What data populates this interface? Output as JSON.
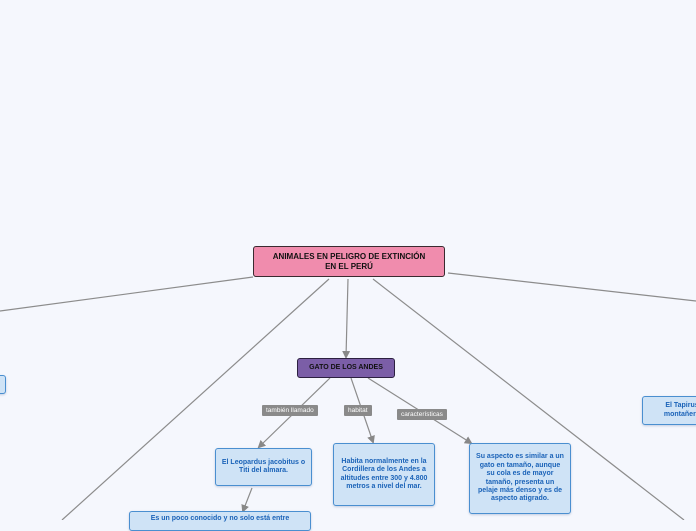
{
  "root": {
    "title": "ANIMALES EN PELIGRO DE EXTINCIÓN\nEN EL       PERÚ"
  },
  "category": {
    "title": "GATO DE LOS ANDES"
  },
  "links": {
    "also_called": "también llamado",
    "habitat": "habitat",
    "features": "características"
  },
  "leaves": {
    "name": "El Leopardus jacobitus o Titi del almara.",
    "habitat": "Habita normalmente en la Cordillera de los Andes a altitudes entre 300 y 4.800 metros a nivel del mar.",
    "features": "Su aspecto es similar a un gato en tamaño, aunque su cola es de mayor tamaño, presenta un pelaje más denso y es de aspecto atigrado.",
    "partial_bottom": "Es un poco conocido y no solo está entre",
    "tapir": "El Tapirus montañero"
  },
  "colors": {
    "background": "#f5f7fd",
    "root_fill": "#f08cad",
    "category_fill": "#7b5ea7",
    "leaf_fill": "#cfe3f6",
    "leaf_text": "#1b63b8",
    "connector": "#888888"
  }
}
